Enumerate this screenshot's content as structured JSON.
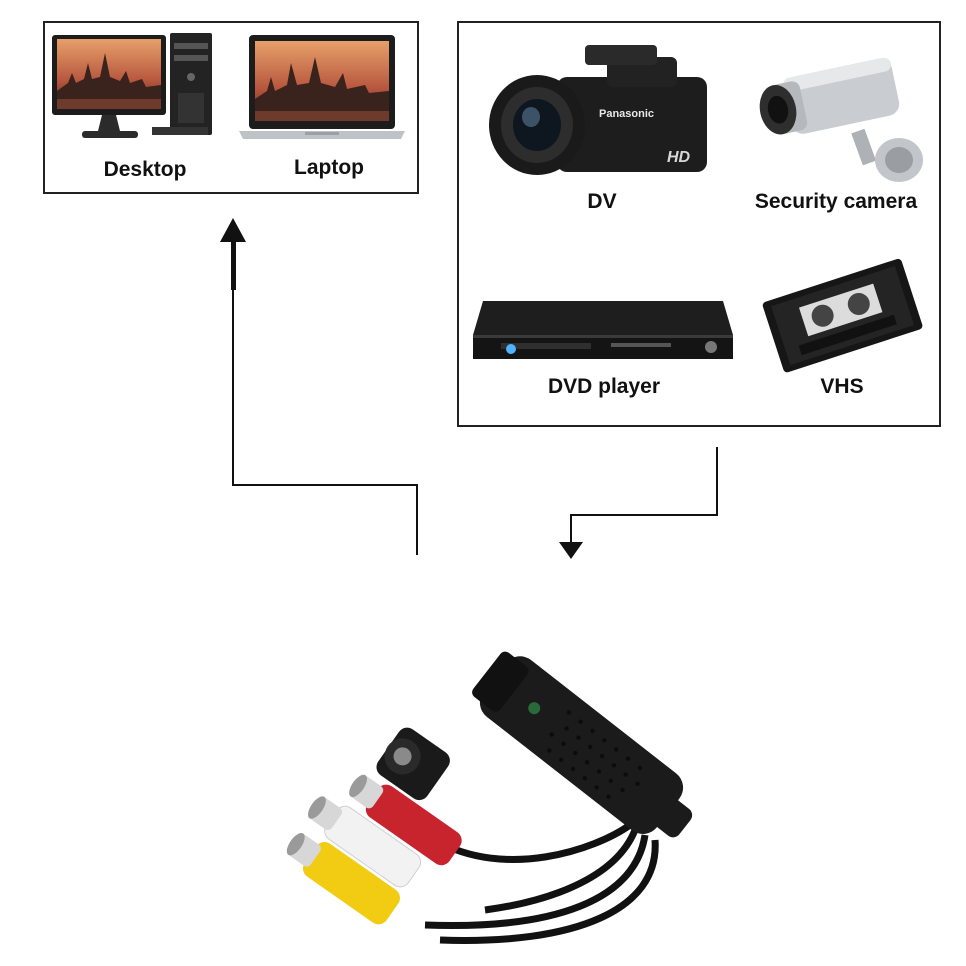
{
  "computers": {
    "desktop_label": "Desktop",
    "laptop_label": "Laptop"
  },
  "sources": {
    "dv_label": "DV",
    "security_label": "Security camera",
    "dvd_label": "DVD player",
    "vhs_label": "VHS"
  },
  "device_prints": {
    "camcorder_brand": "Panasonic",
    "camcorder_hd": "HD"
  },
  "colors": {
    "line": "#111111",
    "rca_yellow": "#f2cc12",
    "rca_white": "#f2f2f2",
    "rca_red": "#c8242e",
    "dongle": "#1b1b1b"
  }
}
